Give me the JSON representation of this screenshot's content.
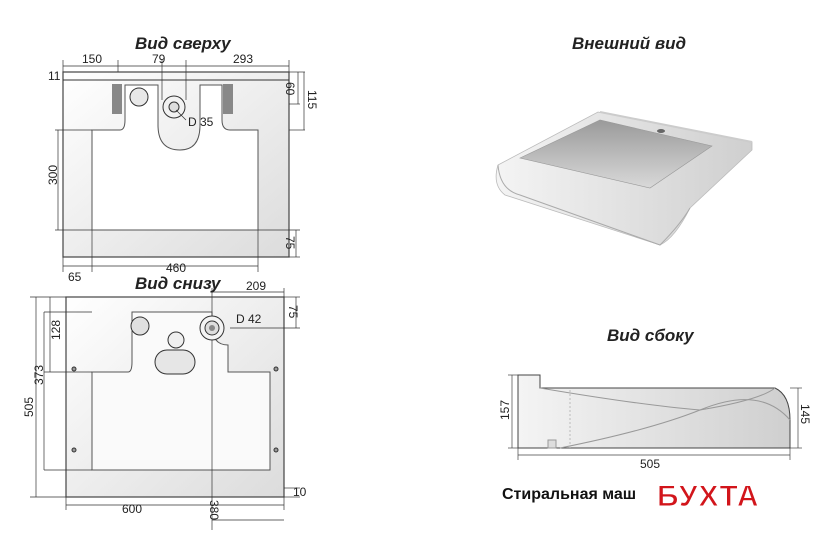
{
  "titles": {
    "top_view": "Вид сверху",
    "external_view": "Внешний вид",
    "bottom_view": "Вид снизу",
    "side_view": "Вид сбоку"
  },
  "caption": "Стиральная маш",
  "watermark": "БУХТА",
  "top_view_dims": {
    "d150": "150",
    "d79": "79",
    "d293": "293",
    "d11": "11",
    "d60": "60",
    "d115": "115",
    "d300": "300",
    "d75": "75",
    "d65": "65",
    "d460": "460",
    "hole": "D 35"
  },
  "bottom_view_dims": {
    "d209": "209",
    "d75": "75",
    "d128": "128",
    "d373": "373",
    "d505": "505",
    "d600": "600",
    "d380": "380",
    "d10": "10",
    "hole": "D 42"
  },
  "side_view_dims": {
    "d157": "157",
    "d145": "145",
    "d505": "505"
  },
  "colors": {
    "watermark": "#d2151b",
    "line": "#333333"
  }
}
